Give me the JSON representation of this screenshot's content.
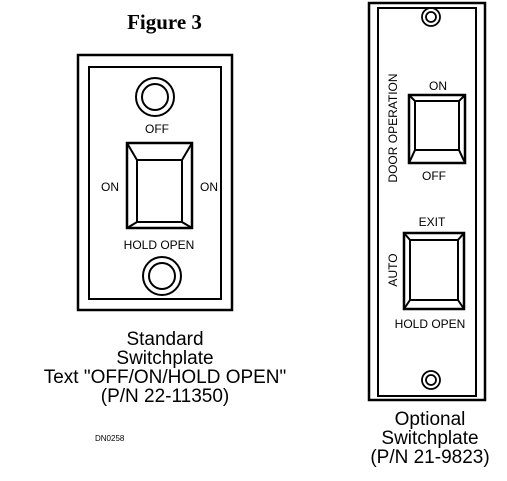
{
  "figure": {
    "title": "Figure 3",
    "code": "DN0258"
  },
  "standard": {
    "label_top": "OFF",
    "label_left": "ON",
    "label_right": "ON",
    "label_bottom": "HOLD OPEN",
    "caption_lines": [
      "Standard",
      "Switchplate",
      "Text \"OFF/ON/HOLD OPEN\"",
      "(P/N 22-11350)"
    ]
  },
  "optional": {
    "door_operation": "DOOR OPERATION",
    "switch1_top": "ON",
    "switch1_bottom": "OFF",
    "switch2_top": "EXIT",
    "switch2_side": "AUTO",
    "switch2_bottom": "HOLD OPEN",
    "caption_lines": [
      "Optional",
      "Switchplate",
      "(P/N 21-9823)"
    ]
  }
}
